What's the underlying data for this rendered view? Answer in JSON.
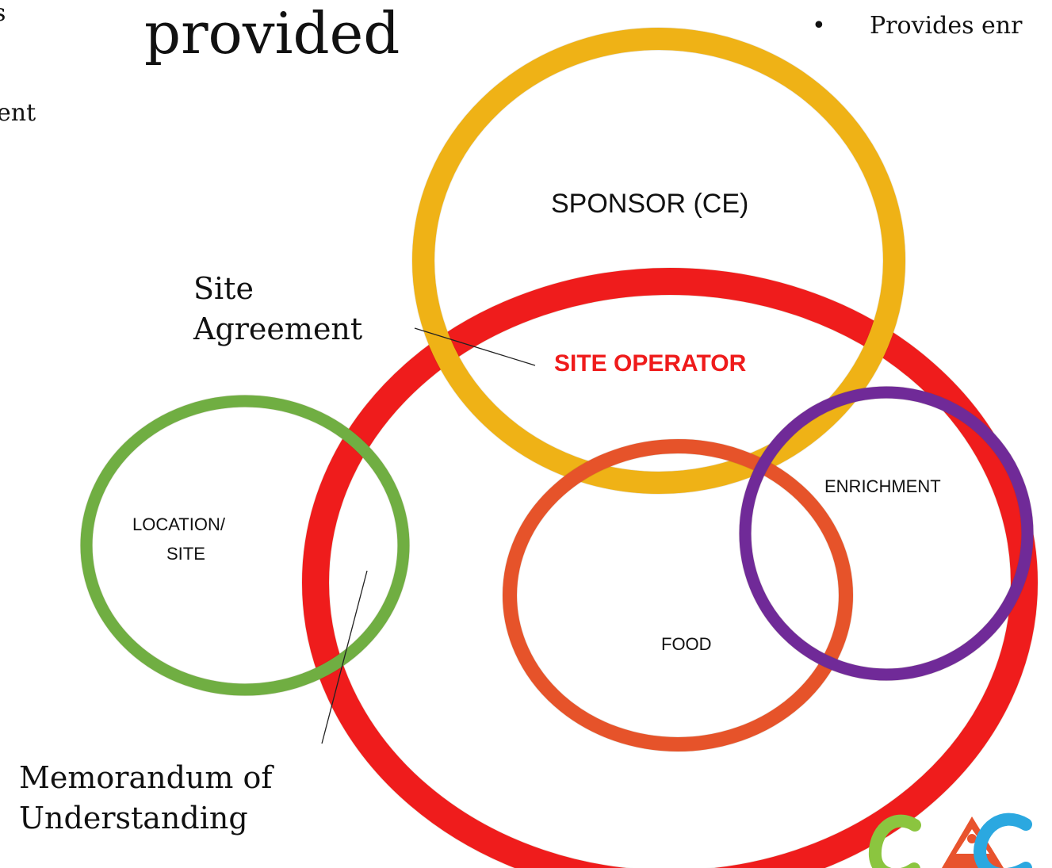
{
  "header": {
    "title_fragment": "provided",
    "left_fragment_1": "s",
    "left_fragment_2": "ent",
    "bullet": "•",
    "top_right_text": "Provides enr"
  },
  "diagram": {
    "sponsor": "SPONSOR (CE)",
    "site_operator": "SITE OPERATOR",
    "enrichment": "ENRICHMENT",
    "location": [
      "LOCATION/",
      "SITE"
    ],
    "food": "FOOD",
    "site_agreement": [
      "Site",
      "Agreement"
    ],
    "mou": [
      "Memorandum of",
      "Understanding"
    ]
  },
  "colors": {
    "sponsor_ring": "#efb214",
    "site_operator_ring": "#ef1b1b",
    "location_ring": "#6fae42",
    "food_ring": "#e6532c",
    "enrichment_ring": "#6f2a98",
    "site_operator_text": "#ef1b1b",
    "logo_green": "#8bc53f",
    "logo_red": "#e8532d",
    "logo_blue": "#2ba8e0"
  },
  "logo": {
    "name": "cacfp-logo",
    "text": "CAC"
  }
}
